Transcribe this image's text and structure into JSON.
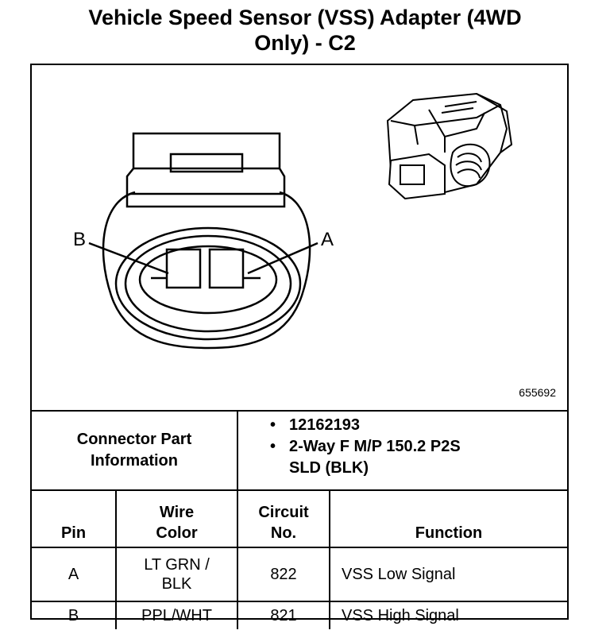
{
  "title": {
    "line1": "Vehicle Speed Sensor (VSS) Adapter (4WD",
    "line2": "Only) - C2"
  },
  "diagram": {
    "figure_id": "655692",
    "pin_labels": {
      "b": "B",
      "a": "A"
    }
  },
  "connector_info": {
    "label_line1": "Connector Part",
    "label_line2": "Information",
    "part_number": "12162193",
    "description_line1": "2-Way F M/P 150.2 P2S",
    "description_line2": "SLD (BLK)"
  },
  "pin_table": {
    "headers": {
      "pin": "Pin",
      "wire_color_line1": "Wire",
      "wire_color_line2": "Color",
      "circuit_line1": "Circuit",
      "circuit_line2": "No.",
      "function": "Function"
    },
    "rows": [
      {
        "pin": "A",
        "wire_line1": "LT GRN /",
        "wire_line2": "BLK",
        "circuit": "822",
        "function": "VSS Low Signal"
      },
      {
        "pin": "B",
        "wire_line1": "PPL/WHT",
        "wire_line2": "",
        "circuit": "821",
        "function": "VSS High Signal"
      }
    ]
  }
}
